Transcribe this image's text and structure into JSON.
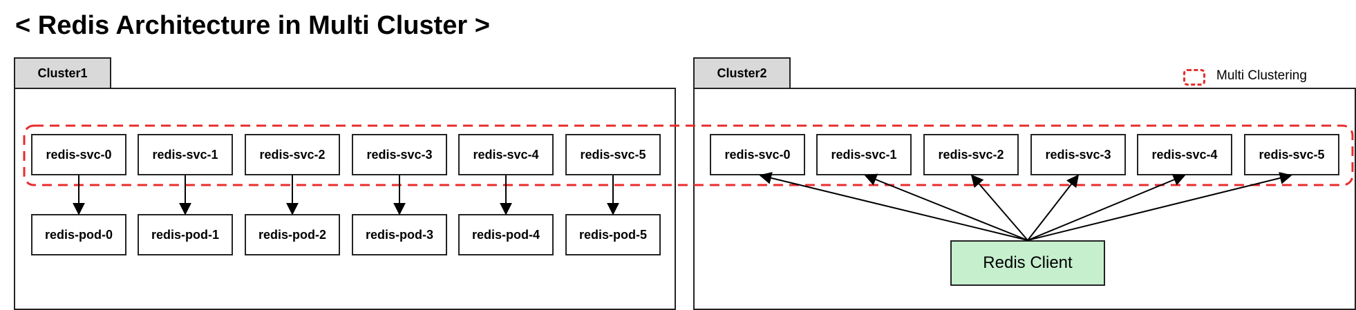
{
  "title": "< Redis Architecture in Multi Cluster >",
  "legend": {
    "label": "Multi Clustering",
    "color": "#e82c2c"
  },
  "cluster1": {
    "name": "Cluster1",
    "services": [
      "redis-svc-0",
      "redis-svc-1",
      "redis-svc-2",
      "redis-svc-3",
      "redis-svc-4",
      "redis-svc-5"
    ],
    "pods": [
      "redis-pod-0",
      "redis-pod-1",
      "redis-pod-2",
      "redis-pod-3",
      "redis-pod-4",
      "redis-pod-5"
    ]
  },
  "cluster2": {
    "name": "Cluster2",
    "services": [
      "redis-svc-0",
      "redis-svc-1",
      "redis-svc-2",
      "redis-svc-3",
      "redis-svc-4",
      "redis-svc-5"
    ],
    "client": "Redis Client",
    "client_color": "#c6efce"
  }
}
